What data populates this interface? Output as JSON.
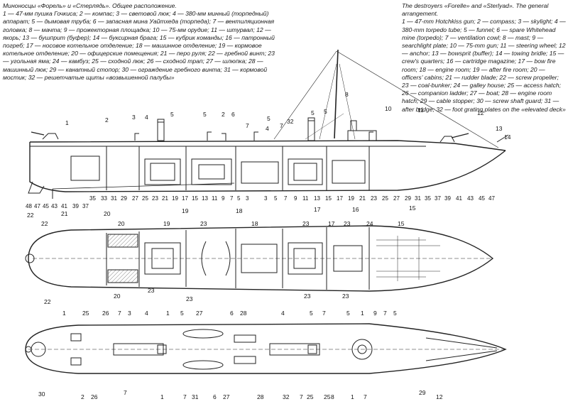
{
  "caption_ru": {
    "title": "Миноносцы «Форель» и «Стерлядь». Общее расположение.",
    "body": "1 — 47-мм пушка Гочкиса; 2 — компас; 3 — световой люк; 4 — 380-мм минный (торпедный) аппарат; 5 — дымовая труба; 6 — запасная мина Уайтхеда (торпеда); 7 — вентиляционная головка; 8 — мачта; 9 — прожекторная площадка; 10 — 75-мм орудие; 11 — штурвал; 12 — якорь; 13 — бушприт (буфер); 14 — буксирная брага; 15 — кубрик команды; 16 — патронный погреб; 17 — носовое котельное отделение; 18 — машинное отделение; 19 — кормовое котельное отделение; 20 — офицерские помещения; 21 — перо руля; 22 — гребной винт; 23 — угольная яма; 24 — камбуз; 25 — сходной люк; 26 — сходной трап; 27 — шлюпка; 28 — машинный люк; 29 — канатный стопор; 30 — ограждение гребного винта; 31 — кормовой мостик; 32 — решетчатые щиты «возвышенной палубы»"
  },
  "caption_en": {
    "title": "The destroyers «Forelle» and «Sterlyad». The general arrangement.",
    "body": "1 — 47-mm Hotchkiss gun; 2 — compass; 3 — skylight; 4 — 380-mm torpedo tube; 5 — funnel; 6 — spare Whitehead mine (torpedo); 7 — ventilation cowl; 8 — mast; 9 — searchlight plate; 10 — 75-mm gun; 11 — steering wheel; 12 — anchor; 13 — bowsprit (buffer); 14 — towing bridle; 15 — crew's quarters; 16 — cartridge magazine; 17 — bow fire room; 18 — engine room; 19 — after fire room; 20 — officers' cabins; 21 — rudder blade; 22 — screw propeller; 23 — coal-bunker; 24 — galley house; 25 — access hatch; 26 — companion ladder; 27 — boat; 28 — engine room hatch; 29 — cable stopper; 30 — screw shaft guard; 31 — after bridge; 32 — foot grating plates on the «elevated deck»"
  },
  "profile_top_labels": [
    "1",
    "2",
    "3",
    "4",
    "5",
    "5",
    "2",
    "6",
    "5",
    "7",
    "7",
    "4",
    "32",
    "5",
    "5",
    "8",
    "10",
    "11",
    "12",
    "13",
    "14"
  ],
  "frame_numbers_aft": [
    "35",
    "33",
    "31",
    "29",
    "27",
    "25",
    "23",
    "21",
    "19",
    "17",
    "15",
    "13",
    "11",
    "9",
    "7",
    "5",
    "3"
  ],
  "frame_numbers_fwd": [
    "3",
    "5",
    "7",
    "9",
    "11",
    "13",
    "15",
    "17",
    "19",
    "21",
    "23",
    "25",
    "27",
    "29",
    "31",
    "35",
    "37",
    "39",
    "41",
    "43",
    "45",
    "47"
  ],
  "frame_numbers_stern": [
    "48",
    "47",
    "45",
    "43",
    "41",
    "39",
    "37"
  ],
  "profile_bottom_labels": [
    "22",
    "21",
    "20",
    "19",
    "18",
    "17",
    "16",
    "15"
  ],
  "hold_labels": [
    "22",
    "20",
    "19",
    "23",
    "18",
    "23",
    "17",
    "23",
    "24",
    "15",
    "20",
    "23",
    "23",
    "23",
    "23",
    "22"
  ],
  "deck_top_labels": [
    "1",
    "25",
    "26",
    "7",
    "3",
    "4",
    "1",
    "5",
    "27",
    "6",
    "28",
    "4",
    "5",
    "7",
    "5",
    "1",
    "9",
    "7",
    "5"
  ],
  "deck_bottom_labels": [
    "30",
    "2",
    "26",
    "7",
    "1",
    "7",
    "31",
    "6",
    "27",
    "28",
    "32",
    "7",
    "25",
    "25",
    "8",
    "1",
    "7",
    "29",
    "12"
  ],
  "colors": {
    "line": "#222222",
    "paper": "#ffffff",
    "hatch": "#888888"
  }
}
